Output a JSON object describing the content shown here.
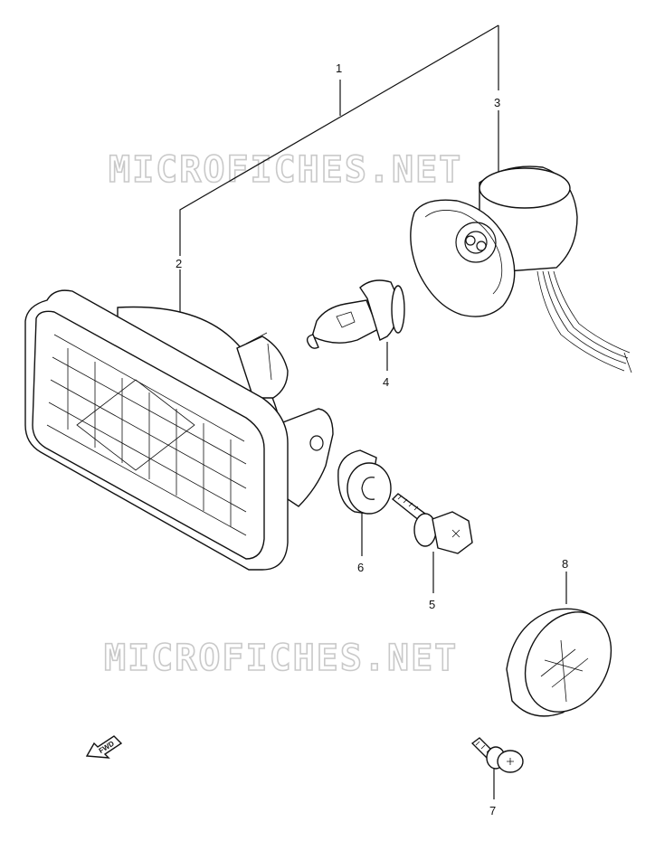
{
  "watermark": {
    "top": "MICROFICHES.NET",
    "bottom": "MICROFICHES.NET"
  },
  "callouts": {
    "c1": "1",
    "c2": "2",
    "c3": "3",
    "c4": "4",
    "c5": "5",
    "c6": "6",
    "c7": "7",
    "c8": "8"
  },
  "direction_indicator": {
    "label": "FWD"
  }
}
